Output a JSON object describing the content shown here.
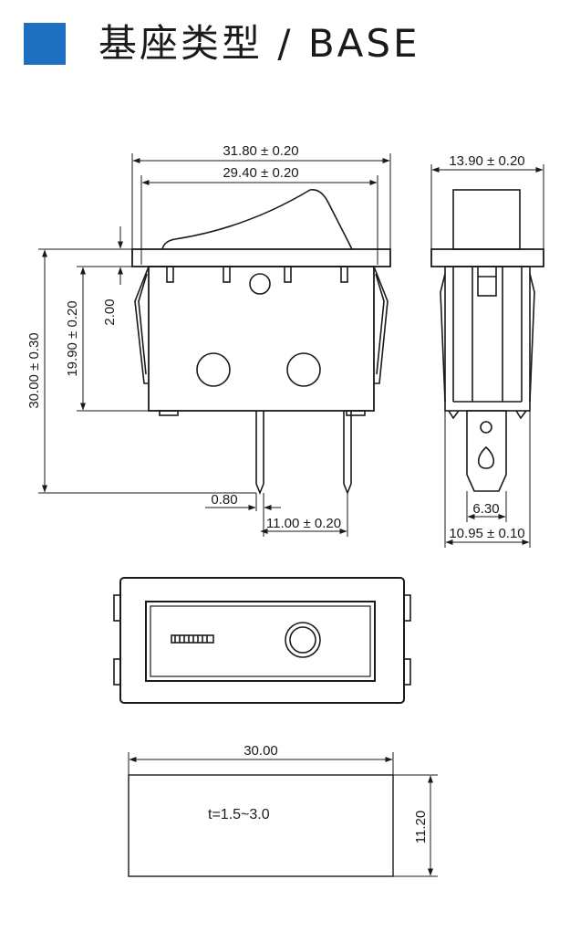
{
  "header": {
    "accent_color": "#1f6fc0",
    "title": "基座类型 / BASE"
  },
  "front_view": {
    "width_overall": "31.80 ± 0.20",
    "width_inner": "29.40 ± 0.20",
    "height_total": "30.00 ± 0.30",
    "height_body": "19.90 ± 0.20",
    "flange_thickness": "2.00",
    "pin_thickness": "0.80",
    "pin_spacing": "11.00 ± 0.20"
  },
  "side_view": {
    "width_top": "13.90 ± 0.20",
    "terminal_width": "6.30",
    "width_bottom": "10.95 ± 0.10"
  },
  "cutout": {
    "width": "30.00",
    "height": "11.20",
    "thickness_note": "t=1.5~3.0"
  }
}
